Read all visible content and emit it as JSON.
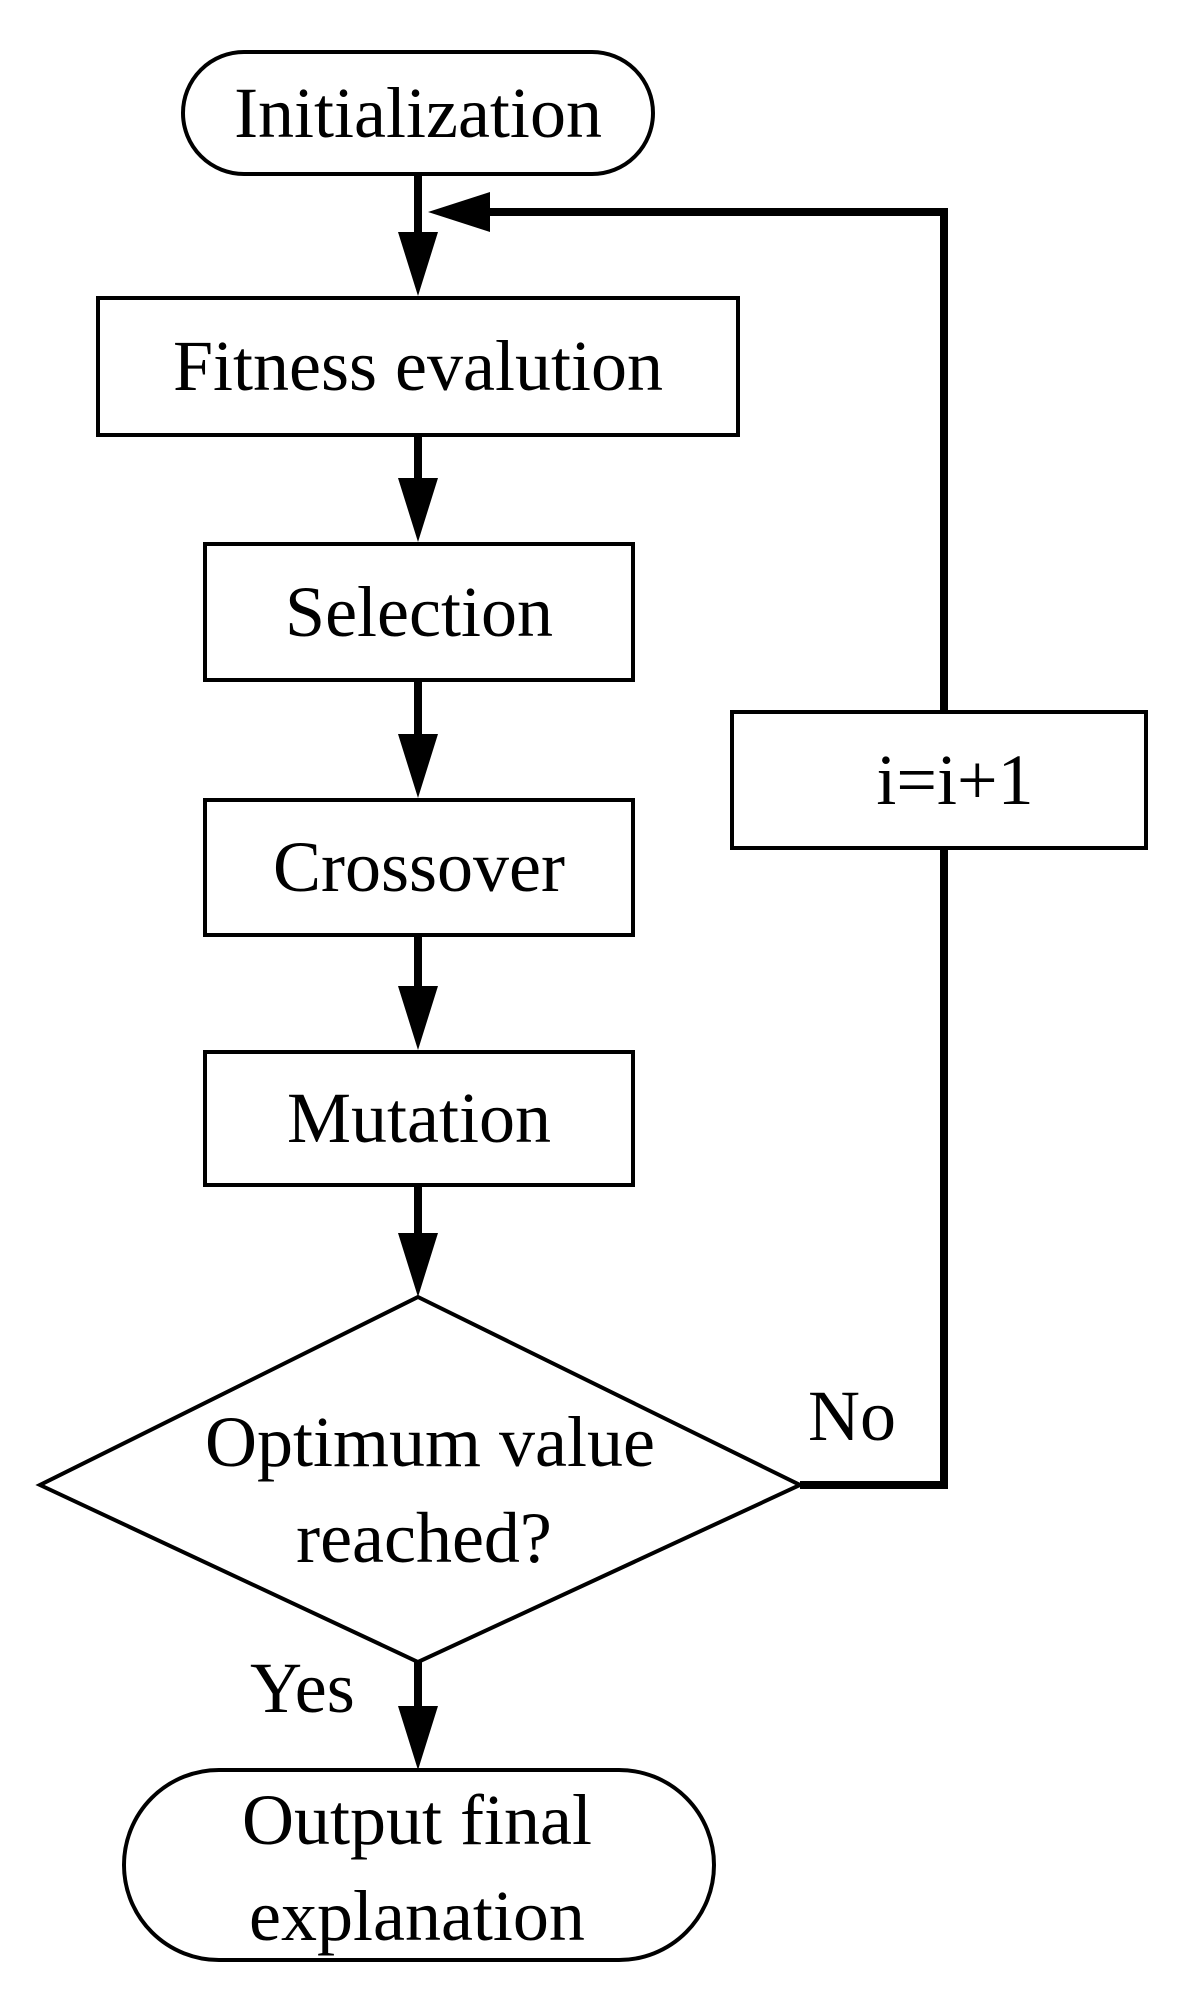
{
  "nodes": {
    "start": "Initialization",
    "fitness": "Fitness evalution",
    "selection": "Selection",
    "crossover": "Crossover",
    "mutation": "Mutation",
    "decision_line1": "Optimum value",
    "decision_line2": "reached?",
    "increment": "i=i+1",
    "end_line1": "Output final",
    "end_line2": "explanation"
  },
  "edges": {
    "no": "No",
    "yes": "Yes"
  }
}
